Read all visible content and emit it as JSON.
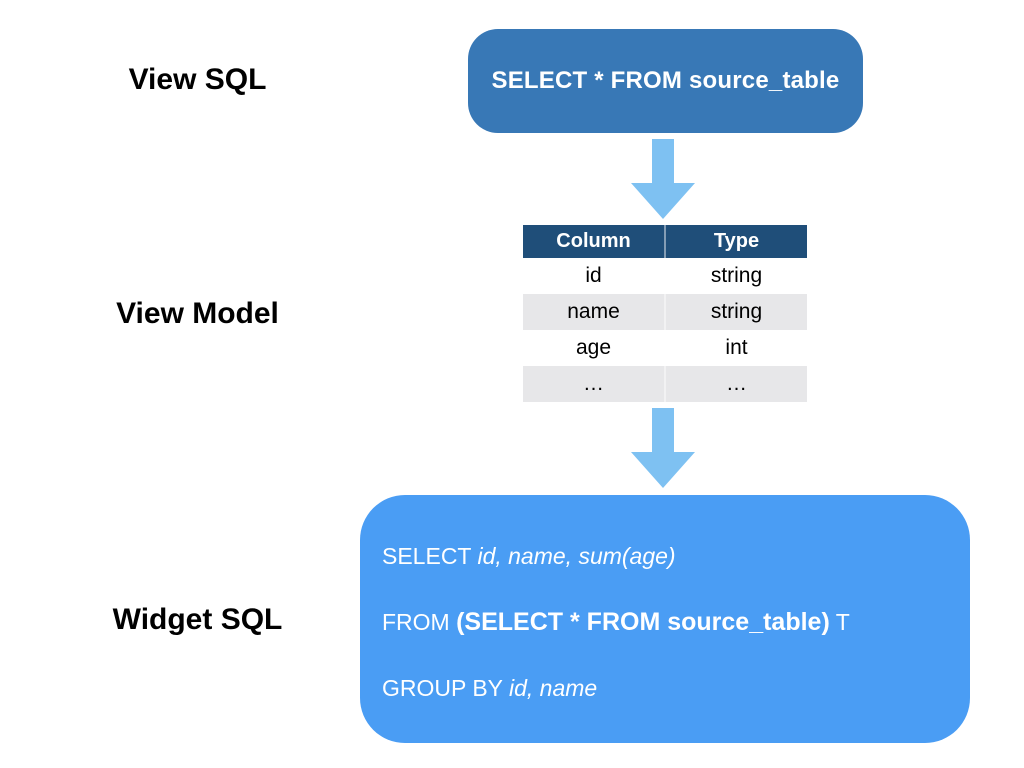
{
  "labels": {
    "view_sql": "View SQL",
    "view_model": "View Model",
    "widget_sql": "Widget SQL"
  },
  "view_sql_box": {
    "text": "SELECT * FROM source_table"
  },
  "view_model_table": {
    "headers": [
      "Column",
      "Type"
    ],
    "rows": [
      [
        "id",
        "string"
      ],
      [
        "name",
        "string"
      ],
      [
        "age",
        "int"
      ],
      [
        "…",
        "…"
      ]
    ]
  },
  "widget_sql_box": {
    "line1": {
      "keyword": "SELECT ",
      "columns_italic": "id, name, sum(age)"
    },
    "line2": {
      "keyword": "FROM ",
      "subquery_bold": "(SELECT * FROM source_table)",
      "alias": " T"
    },
    "line3": {
      "keyword": "GROUP BY ",
      "columns_italic": "id, name"
    }
  },
  "icons": {
    "arrow_top": "down-arrow",
    "arrow_bottom": "down-arrow"
  },
  "colors": {
    "view_sql_box": "#3878B6",
    "table_header": "#1F4E79",
    "table_row_alt": "#E7E7E9",
    "arrow": "#7EC1F2",
    "widget_sql_box": "#4A9DF4",
    "text_on_blue": "#FFFFFF",
    "text_dark": "#000000"
  }
}
